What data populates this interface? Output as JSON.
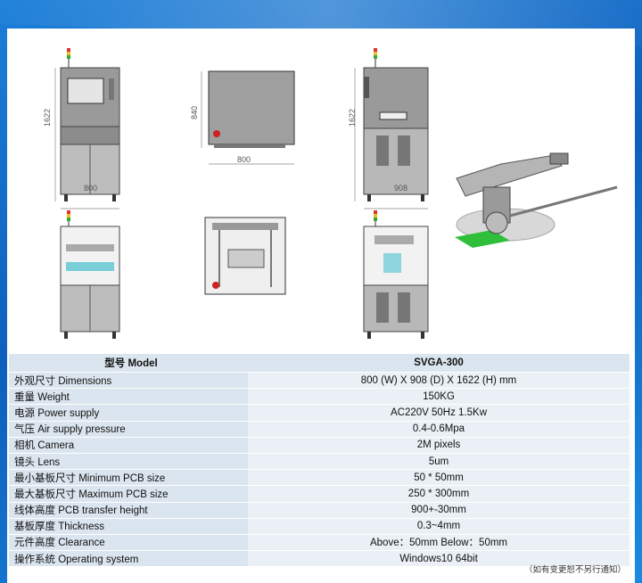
{
  "dimensions": {
    "front_height": "1622",
    "front_width": "800",
    "top_depth": "840",
    "top_width": "800",
    "side_height": "1622",
    "side_width": "908"
  },
  "table": {
    "header": {
      "label": "型号 Model",
      "value": "SVGA-300"
    },
    "rows": [
      {
        "label": "外观尺寸  Dimensions",
        "value": "800  (W)  X 908  (D)  X 1622  (H)  mm"
      },
      {
        "label": "重量  Weight",
        "value": "150KG"
      },
      {
        "label": "电源  Power supply",
        "value": "AC220V 50Hz 1.5Kw"
      },
      {
        "label": "气压  Air supply pressure",
        "value": "0.4-0.6Mpa"
      },
      {
        "label": "相机  Camera",
        "value": "2M pixels"
      },
      {
        "label": "镜头 Lens",
        "value": "5um"
      },
      {
        "label": "最小基板尺寸  Minimum PCB size",
        "value": "50 * 50mm"
      },
      {
        "label": "最大基板尺寸  Maximum PCB size",
        "value": "250 * 300mm"
      },
      {
        "label": "线体高度  PCB transfer height",
        "value": "900+-30mm"
      },
      {
        "label": "基板厚度  Thickness",
        "value": "0.3~4mm"
      },
      {
        "label": "元件高度  Clearance",
        "value": "Above：50mm  Below：50mm"
      },
      {
        "label": "操作系统  Operating system",
        "value": "Windows10 64bit"
      }
    ]
  },
  "footnote": "（如有变更恕不另行通知）"
}
